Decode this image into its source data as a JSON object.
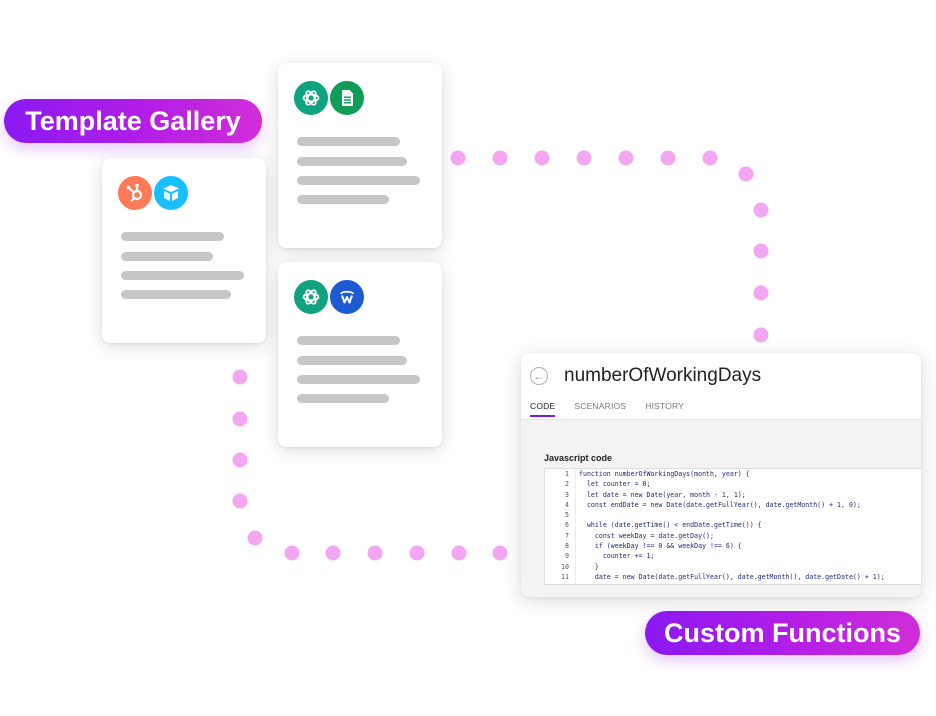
{
  "labels": {
    "template_gallery": "Template Gallery",
    "custom_functions": "Custom Functions"
  },
  "cards": [
    {
      "icons": [
        "hubspot-icon",
        "airtable-icon"
      ],
      "line_count": 4
    },
    {
      "icons": [
        "openai-icon",
        "google-sheets-icon"
      ],
      "line_count": 4
    },
    {
      "icons": [
        "openai-icon",
        "webflow-icon"
      ],
      "line_count": 4
    }
  ],
  "code_panel": {
    "title": "numberOfWorkingDays",
    "tabs": [
      {
        "label": "CODE",
        "active": true
      },
      {
        "label": "SCENARIOS",
        "active": false
      },
      {
        "label": "HISTORY",
        "active": false
      }
    ],
    "section_label": "Javascript code",
    "code_lines": [
      {
        "n": "1",
        "text": "function numberOfWorkingDays(month, year) {"
      },
      {
        "n": "2",
        "text": "  let counter = 0;"
      },
      {
        "n": "3",
        "text": "  let date = new Date(year, month - 1, 1);"
      },
      {
        "n": "4",
        "text": "  const endDate = new Date(date.getFullYear(), date.getMonth() + 1, 0);"
      },
      {
        "n": "5",
        "text": ""
      },
      {
        "n": "6",
        "text": "  while (date.getTime() < endDate.getTime()) {"
      },
      {
        "n": "7",
        "text": "    const weekDay = date.getDay();"
      },
      {
        "n": "8",
        "text": "    if (weekDay !== 0 && weekDay !== 6) {"
      },
      {
        "n": "9",
        "text": "      counter += 1;"
      },
      {
        "n": "10",
        "text": "    }"
      },
      {
        "n": "11",
        "text": "    date = new Date(date.getFullYear(), date.getMonth(), date.getDate() + 1);"
      }
    ]
  },
  "colors": {
    "accent_purple": "#8a19f2",
    "accent_magenta": "#d12dd9",
    "dot_pink": "#f3a6f1",
    "hubspot": "#ff7a59",
    "airtable": "#18bfff",
    "openai": "#10a37f",
    "google_sheets": "#0f9d58",
    "webflow": "#1d5ad4"
  }
}
